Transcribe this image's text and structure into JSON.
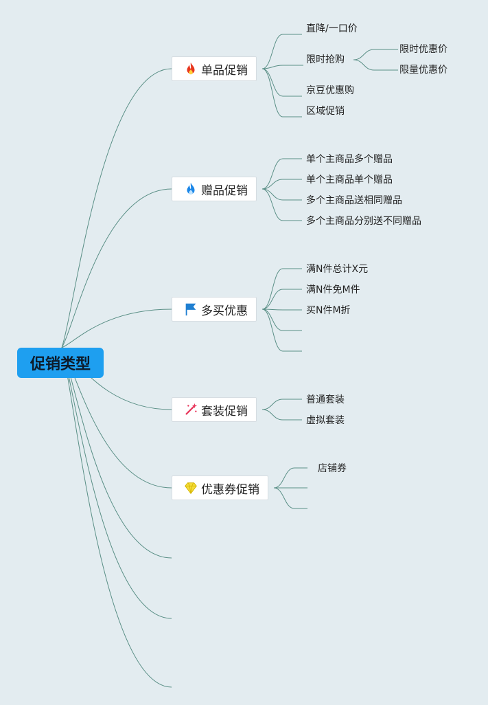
{
  "root": {
    "label": "促销类型"
  },
  "branches": [
    {
      "label": "单品促销",
      "icon": "fire-icon",
      "children": [
        {
          "label": "直降/一口价"
        },
        {
          "label": "限时抢购",
          "children": [
            {
              "label": "限时优惠价"
            },
            {
              "label": "限量优惠价"
            }
          ]
        },
        {
          "label": "京豆优惠购"
        },
        {
          "label": "区域促销"
        }
      ]
    },
    {
      "label": "赠品促销",
      "icon": "blue-flame-icon",
      "children": [
        {
          "label": "单个主商品多个赠品"
        },
        {
          "label": "单个主商品单个赠品"
        },
        {
          "label": "多个主商品送相同赠品"
        },
        {
          "label": "多个主商品分别送不同赠品"
        }
      ]
    },
    {
      "label": "多买优惠",
      "icon": "flag-icon",
      "children": [
        {
          "label": "满N件总计X元"
        },
        {
          "label": "满N件免M件"
        },
        {
          "label": "买N件M折"
        },
        {
          "label": ""
        },
        {
          "label": ""
        }
      ]
    },
    {
      "label": "套装促销",
      "icon": "magic-wand-icon",
      "children": [
        {
          "label": "普通套装"
        },
        {
          "label": "虚拟套装"
        }
      ]
    },
    {
      "label": "优惠券促销",
      "icon": "diamond-icon",
      "children": [
        {
          "label": "店铺券"
        },
        {
          "label": ""
        },
        {
          "label": ""
        }
      ]
    },
    {
      "label": ""
    },
    {
      "label": ""
    },
    {
      "label": ""
    }
  ],
  "colors": {
    "link": "#5a8f86",
    "root_bg": "#1e9ff0",
    "background": "#e3ecf0"
  }
}
